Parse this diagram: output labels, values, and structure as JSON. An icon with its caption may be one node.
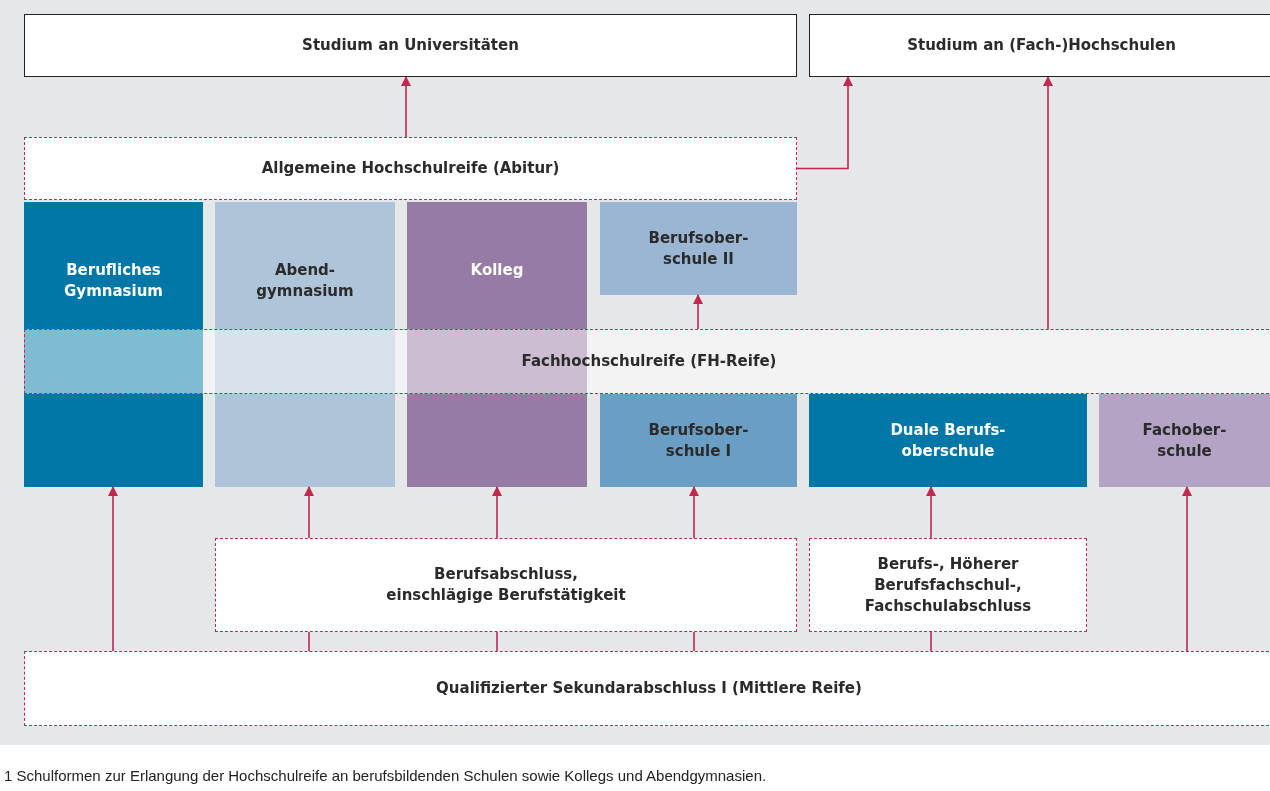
{
  "diagram": {
    "nodes": [
      {
        "text": [
          "Studium an Universitäten"
        ]
      },
      {
        "text": [
          "Studium an (Fach-)Hochschulen"
        ]
      },
      {
        "text": [
          "Allgemeine Hochschulreife (Abitur)"
        ]
      },
      {
        "text": [
          "Berufliches Gymnasium"
        ]
      },
      {
        "text": [
          "Abend- gymnasium"
        ]
      },
      {
        "text": [
          "Kolleg"
        ]
      },
      {
        "text": [
          "Berufsober- schule II"
        ]
      },
      {
        "text": [
          "Fachhochschulreife (FH-Reife)"
        ]
      },
      {
        "text": [
          "Berufsober- schule I"
        ]
      },
      {
        "text": [
          "Duale Berufs- oberschule"
        ]
      },
      {
        "text": [
          "Fachober- schule"
        ]
      },
      {
        "text": [
          "Berufsabschluss, einschlägige Berufstätigkeit"
        ]
      },
      {
        "text": [
          "Berufs-, Höherer Berufsfachschul-, Fachschulabschluss"
        ]
      },
      {
        "text": [
          "Qualifizierter Sekundarabschluss I (Mittlere Reife)"
        ]
      }
    ],
    "edges": [
      {
        "from": 2,
        "to": 0,
        "arrow": "to"
      },
      {
        "from": 2,
        "to": 1,
        "arrow": "to"
      },
      {
        "from": 7,
        "to": 1,
        "arrow": "to"
      },
      {
        "from": 7,
        "to": 6,
        "arrow": "to"
      },
      {
        "from": 13,
        "to": 3,
        "arrow": "to"
      },
      {
        "from": 13,
        "to": 11,
        "arrow": "none"
      },
      {
        "from": 13,
        "to": 11,
        "arrow": "none"
      },
      {
        "from": 13,
        "to": 11,
        "arrow": "none"
      },
      {
        "from": 11,
        "to": 4,
        "arrow": "to"
      },
      {
        "from": 11,
        "to": 5,
        "arrow": "to"
      },
      {
        "from": 11,
        "to": 8,
        "arrow": "to"
      },
      {
        "from": 13,
        "to": 12,
        "arrow": "none"
      },
      {
        "from": 12,
        "to": 9,
        "arrow": "to"
      },
      {
        "from": 13,
        "to": 10,
        "arrow": "to"
      }
    ],
    "labels": [
      "1 Schulformen zur Erlangung der Hochschulreife an berufsbildenden Schulen sowie Kollegs und Abendgymnasien."
    ]
  }
}
